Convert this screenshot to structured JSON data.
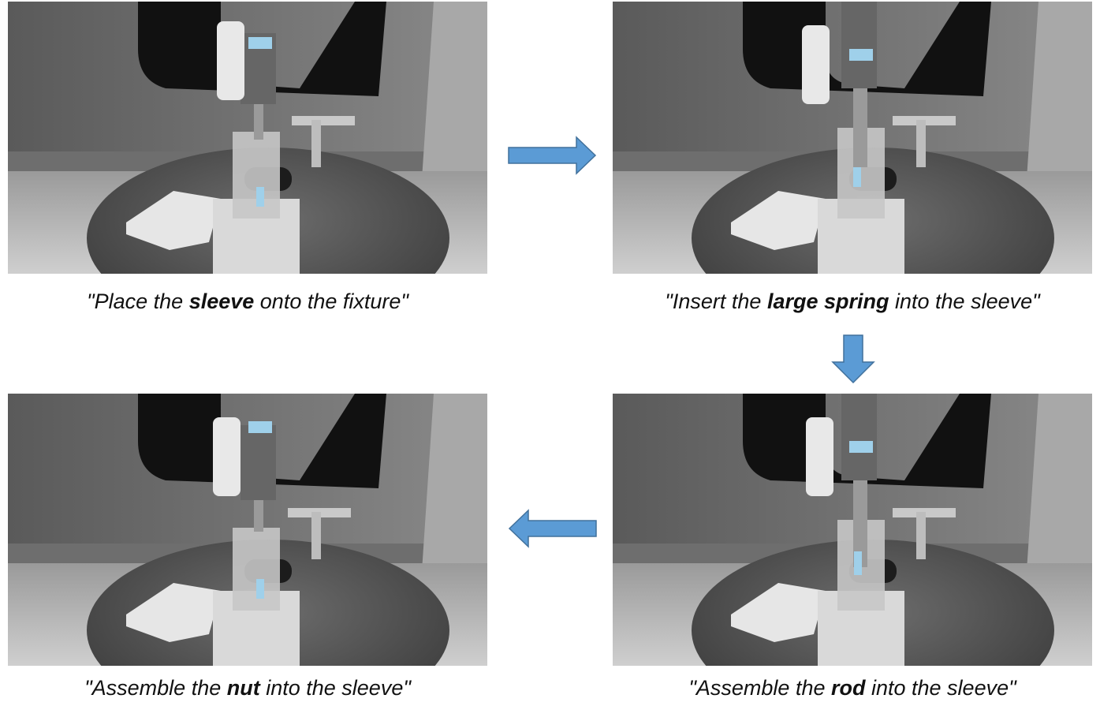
{
  "steps": [
    {
      "caption_pre": "\"Place the ",
      "caption_key": "sleeve",
      "caption_post": " onto the fixture\""
    },
    {
      "caption_pre": "\"Insert the ",
      "caption_key": "large spring",
      "caption_post": " into the sleeve\""
    },
    {
      "caption_pre": "\"Assemble the ",
      "caption_key": "rod",
      "caption_post": " into the sleeve\""
    },
    {
      "caption_pre": "\"Assemble the ",
      "caption_key": "nut",
      "caption_post": " into the sleeve\""
    }
  ],
  "colors": {
    "arrow": "#5b9bd5",
    "arrow_stroke": "#41719c",
    "accent_part": "#9fd0ea"
  },
  "icons": {
    "flow_arrow": "flow-arrow-icon"
  }
}
